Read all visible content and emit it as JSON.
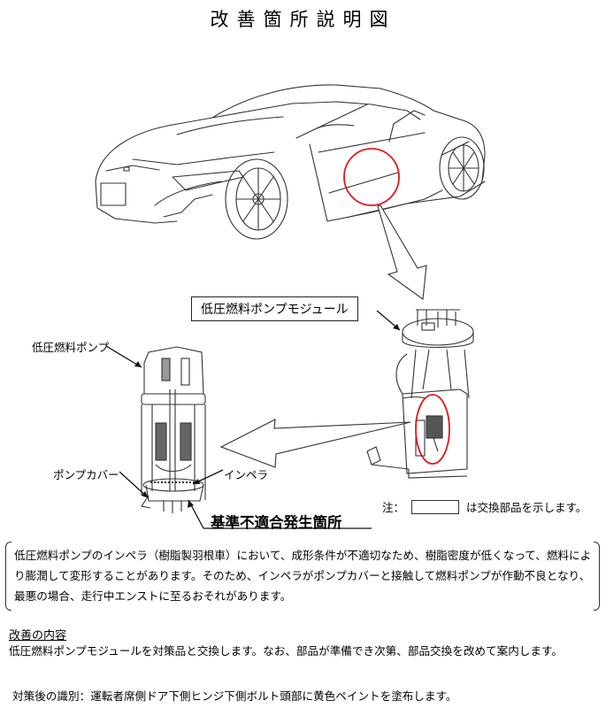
{
  "title": "改善箇所説明図",
  "figure": {
    "labels": {
      "module": "低圧燃料ポンプモジュール",
      "pump": "低圧燃料ポンプ",
      "pump_cover": "ポンプカバー",
      "impeller": "インペラ",
      "defect_location": "基準不適合発生箇所"
    },
    "note": {
      "prefix": "注：",
      "suffix": "は交換部品を示します。"
    },
    "colors": {
      "highlight_circle": "#e0191e",
      "line": "#333333"
    }
  },
  "description": "低圧燃料ポンプのインペラ（樹脂製羽根車）において、成形条件が不適切なため、樹脂密度が低くなって、燃料により膨潤して変形することがあります。そのため、インペラがポンプカバーと接触して燃料ポンプが作動不良となり、最悪の場合、走行中エンストに至るおそれがあります。",
  "improvement": {
    "heading": "改善の内容",
    "body": "低圧燃料ポンプモジュールを対策品と交換します。なお、部品が準備でき次第、部品交換を改めて案内します。"
  },
  "identification": "対策後の識別：運転者席側ドア下側ヒンジ下側ボルト頭部に黄色ペイントを塗布します。"
}
